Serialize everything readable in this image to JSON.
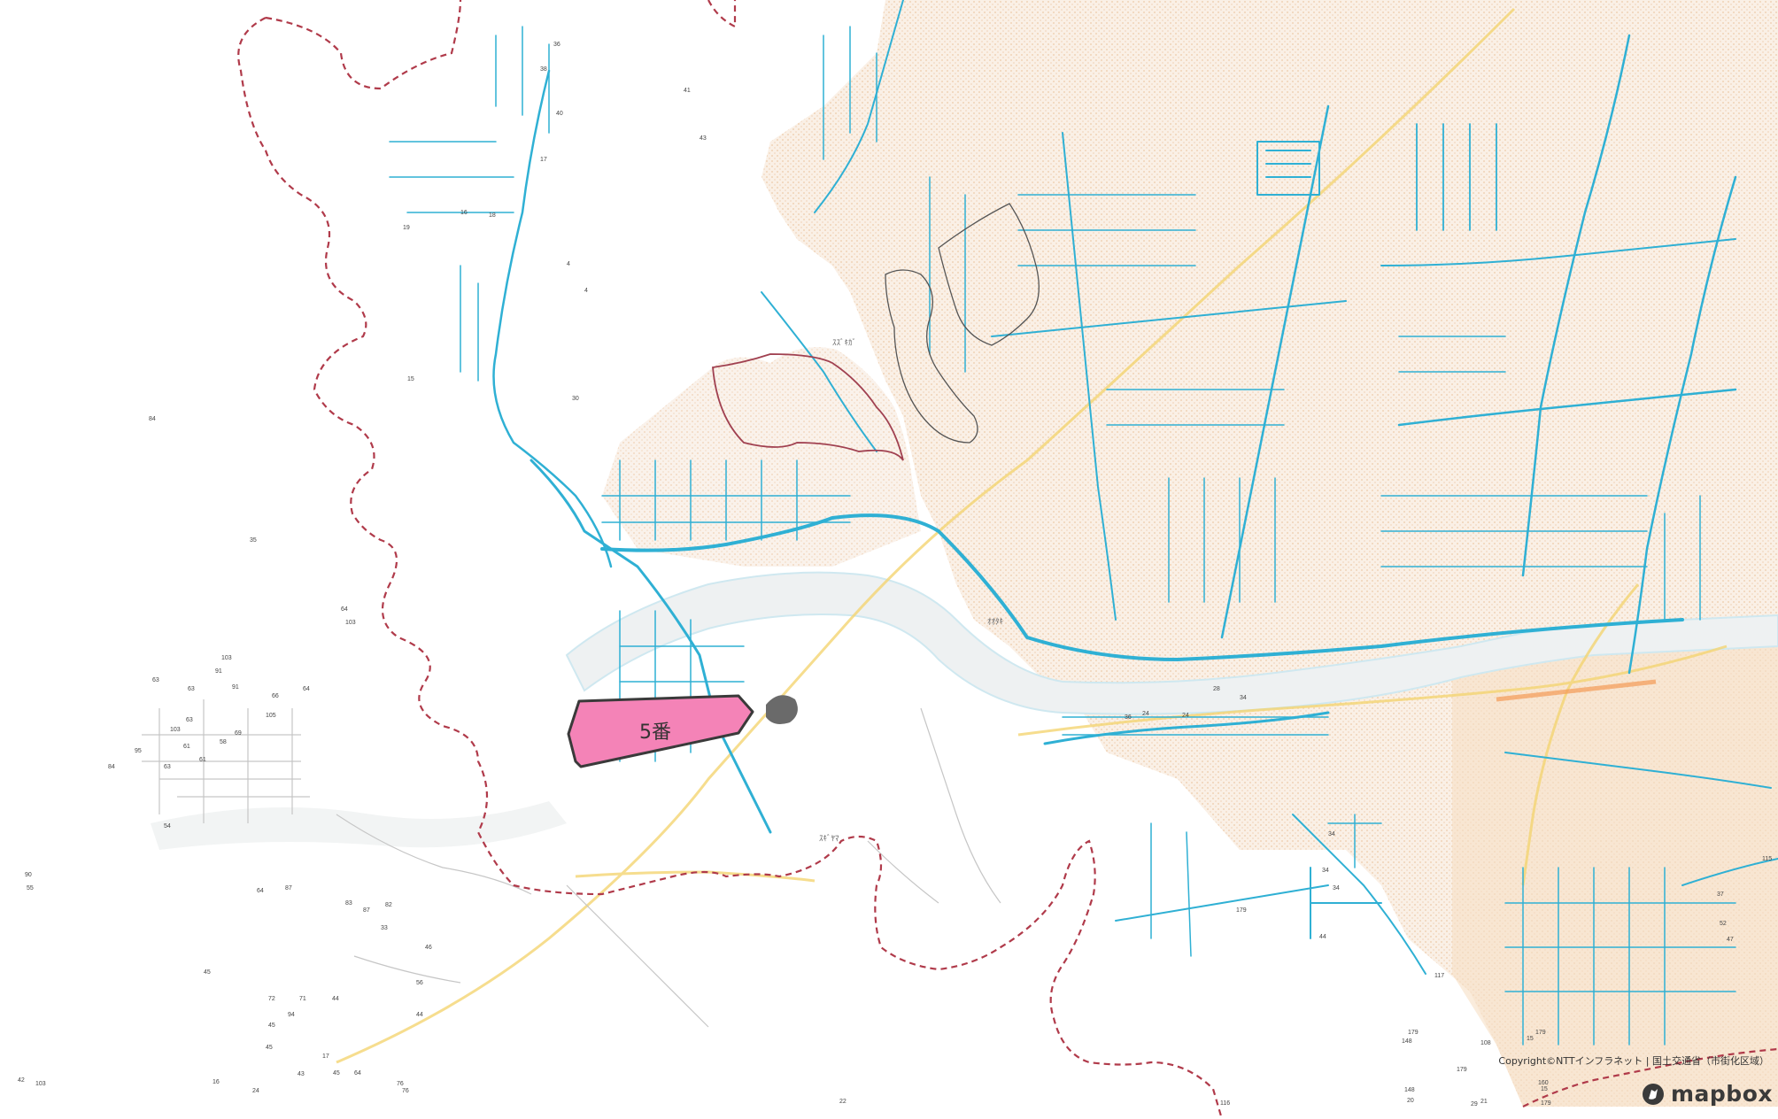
{
  "map": {
    "callout_label": "5番",
    "place_labels": [
      "ｽｽﾞｷｶﾞ",
      "ｵｵﾀｷ",
      "ｽｷﾞﾔﾏ"
    ],
    "numbers": [
      "36",
      "38",
      "40",
      "41",
      "43",
      "17",
      "16",
      "19",
      "18",
      "4",
      "4",
      "30",
      "15",
      "35",
      "84",
      "64",
      "103",
      "103",
      "63",
      "91",
      "63",
      "91",
      "66",
      "64",
      "105",
      "63",
      "103",
      "69",
      "61",
      "61",
      "63",
      "58",
      "95",
      "84",
      "54",
      "90",
      "55",
      "64",
      "87",
      "83",
      "82",
      "87",
      "33",
      "46",
      "56",
      "45",
      "44",
      "44",
      "72",
      "71",
      "94",
      "45",
      "45",
      "17",
      "45",
      "43",
      "64",
      "76",
      "76",
      "103",
      "42",
      "16",
      "24",
      "22",
      "36",
      "28",
      "24",
      "24",
      "34",
      "34",
      "34",
      "34",
      "44",
      "179",
      "179",
      "148",
      "148",
      "20",
      "179",
      "160",
      "15",
      "179",
      "15",
      "117",
      "47",
      "52",
      "37",
      "115",
      "116",
      "29",
      "21",
      "179",
      "108"
    ],
    "colors": {
      "road": "#2fb0d4",
      "boundary": "#b03a4a",
      "urban_fill": "#f3dcc8",
      "callout_fill": "#f483b7",
      "main_road": "#f4d572",
      "river": "#f4f4f4"
    }
  },
  "attribution": {
    "text": "Copyright©NTTインフラネット | 国土交通省（市街化区域）"
  },
  "logo": {
    "text": "mapbox",
    "icon": "mapbox-logo-icon"
  }
}
